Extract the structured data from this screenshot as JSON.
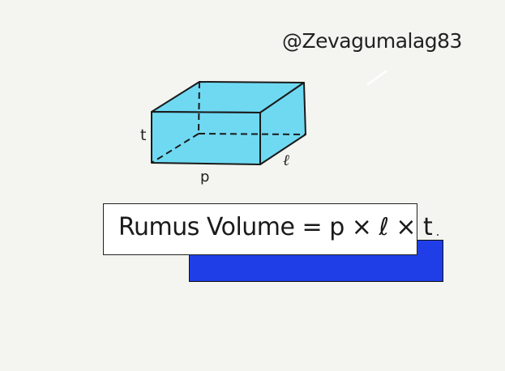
{
  "watermark": "@Zevagumalag83",
  "diagram": {
    "label_height": "t",
    "label_length": "p",
    "label_width": "ℓ",
    "fill_color": "#6fd9f2",
    "stroke_color": "#1a1a1a"
  },
  "formula": {
    "text": "Rumus Volume = p × ℓ × t",
    "shadow_color": "#1f3ee8"
  }
}
